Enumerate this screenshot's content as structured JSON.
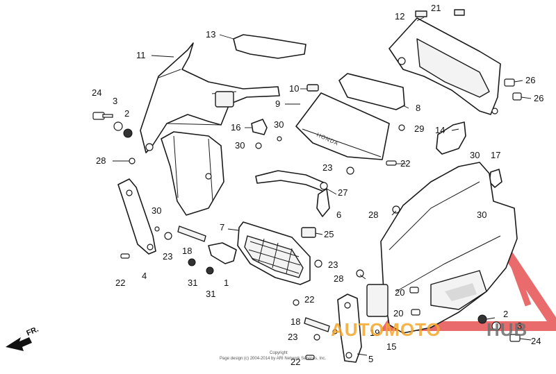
{
  "callouts": [
    {
      "label": "1"
    },
    {
      "label": "2"
    },
    {
      "label": "2"
    },
    {
      "label": "3"
    },
    {
      "label": "3"
    },
    {
      "label": "4"
    },
    {
      "label": "5"
    },
    {
      "label": "6"
    },
    {
      "label": "7"
    },
    {
      "label": "8"
    },
    {
      "label": "9"
    },
    {
      "label": "10"
    },
    {
      "label": "11"
    },
    {
      "label": "12"
    },
    {
      "label": "13"
    },
    {
      "label": "14"
    },
    {
      "label": "15"
    },
    {
      "label": "16"
    },
    {
      "label": "17"
    },
    {
      "label": "18"
    },
    {
      "label": "18"
    },
    {
      "label": "19"
    },
    {
      "label": "20"
    },
    {
      "label": "20"
    },
    {
      "label": "21"
    },
    {
      "label": "22"
    },
    {
      "label": "22"
    },
    {
      "label": "22"
    },
    {
      "label": "22"
    },
    {
      "label": "23"
    },
    {
      "label": "23"
    },
    {
      "label": "23"
    },
    {
      "label": "23"
    },
    {
      "label": "24"
    },
    {
      "label": "24"
    },
    {
      "label": "25"
    },
    {
      "label": "26"
    },
    {
      "label": "26"
    },
    {
      "label": "27"
    },
    {
      "label": "28"
    },
    {
      "label": "28"
    },
    {
      "label": "28"
    },
    {
      "label": "29"
    },
    {
      "label": "30"
    },
    {
      "label": "30"
    },
    {
      "label": "30"
    },
    {
      "label": "30"
    },
    {
      "label": "30"
    },
    {
      "label": "31"
    },
    {
      "label": "31"
    }
  ],
  "direction_label": "FR.",
  "brand_text": "HONDA",
  "copyright": {
    "line1": "Copyright",
    "line2": "Page design (c) 2004-2014 by ARI Network Services, Inc."
  },
  "watermark": {
    "part1": "AUTOMOTO",
    "part2": "HUB",
    "color_red": "#e23a3a",
    "color_orange": "#f4a62a",
    "color_grey": "#6e6e6e"
  }
}
